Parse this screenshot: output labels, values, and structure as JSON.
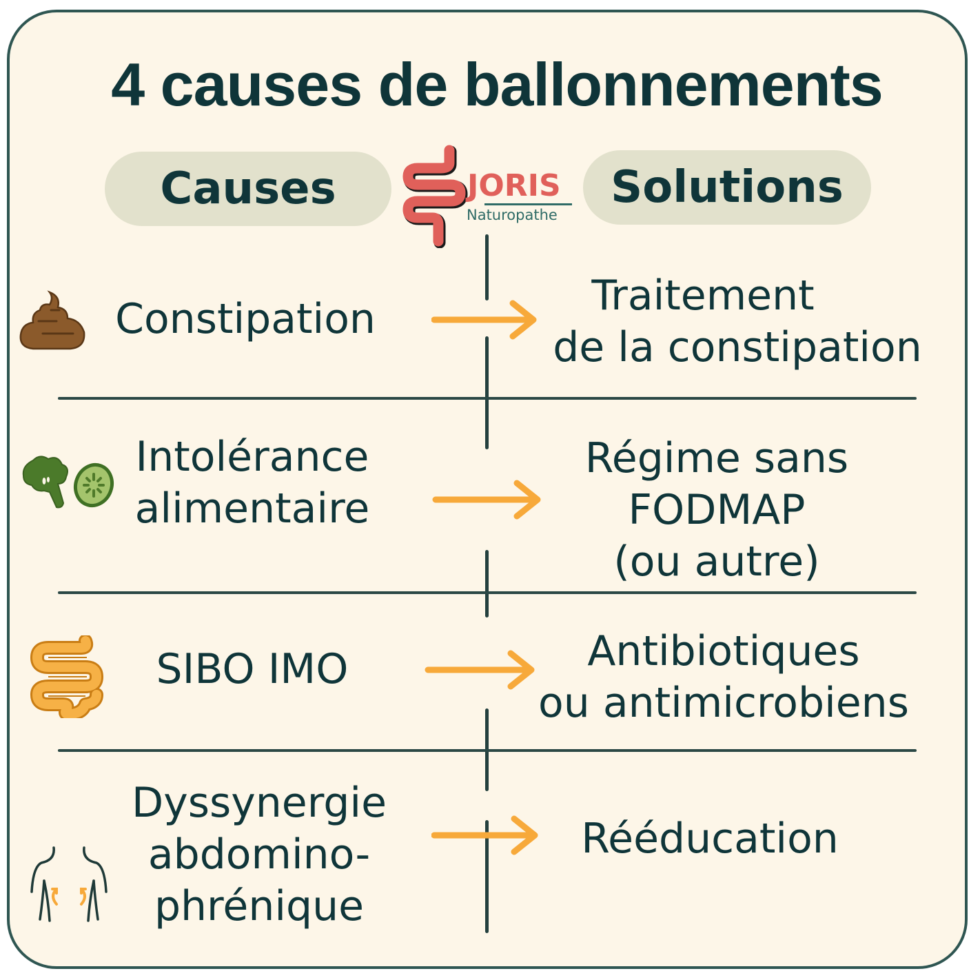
{
  "title": "4 causes de ballonnements",
  "headers": {
    "causes": "Causes",
    "solutions": "Solutions"
  },
  "logo": {
    "name": "JORIS",
    "subtitle": "Naturopathe",
    "icon": "intestine-icon"
  },
  "colors": {
    "background": "#fdf6e8",
    "border": "#2f5652",
    "text": "#0f3539",
    "pill": "#e2e1cc",
    "arrow": "#f7a93a",
    "logo_red": "#e0605a",
    "logo_teal": "#2f6b66"
  },
  "rows": [
    {
      "icon": "poop-icon",
      "cause": [
        "Constipation"
      ],
      "solution": [
        "Traitement",
        "de la constipation"
      ]
    },
    {
      "icon": "broccoli-cucumber-icon",
      "cause": [
        "Intolérance",
        "alimentaire"
      ],
      "solution": [
        "Régime sans",
        "FODMAP",
        "(ou autre)"
      ]
    },
    {
      "icon": "intestine-icon",
      "cause": [
        "SIBO IMO"
      ],
      "solution": [
        "Antibiotiques",
        "ou antimicrobiens"
      ]
    },
    {
      "icon": "torso-breathing-icon",
      "cause": [
        "Dyssynergie",
        "abdomino-",
        "phrénique"
      ],
      "solution": [
        "Rééducation"
      ]
    }
  ]
}
